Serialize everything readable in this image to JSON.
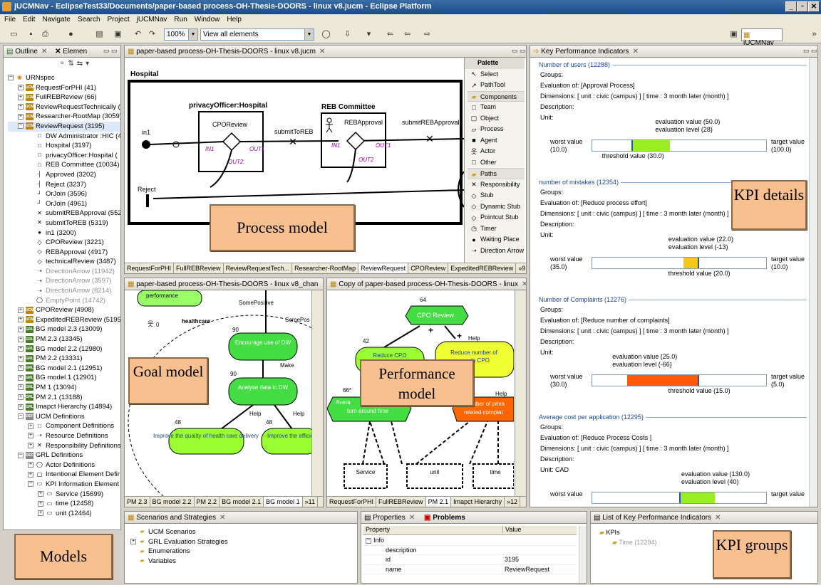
{
  "window": {
    "title": "jUCMNav - EclipseTest33/Documents/paper-based process-OH-Thesis-DOORS - linux v8.jucm - Eclipse Platform"
  },
  "menu": [
    "File",
    "Edit",
    "Navigate",
    "Search",
    "Project",
    "jUCMNav",
    "Run",
    "Window",
    "Help"
  ],
  "toolbar": {
    "zoom": "100%",
    "filter": "View all elements",
    "perspective": "jUCMNav"
  },
  "outline": {
    "tab": "Outline",
    "tab2": "Elemen",
    "items": [
      {
        "t": "URNspec",
        "lvl": 0,
        "ic": "urn",
        "exp": "−"
      },
      {
        "t": "RequestForPHI (41)",
        "lvl": 1,
        "ic": "ucm",
        "exp": "+"
      },
      {
        "t": "FullREBReview (66)",
        "lvl": 1,
        "ic": "ucm",
        "exp": "+"
      },
      {
        "t": "ReviewRequestTechnically (4",
        "lvl": 1,
        "ic": "ucm",
        "exp": "+"
      },
      {
        "t": "Researcher-RootMap (3059)",
        "lvl": 1,
        "ic": "ucm",
        "exp": "+"
      },
      {
        "t": "ReviewRequest (3195)",
        "lvl": 1,
        "ic": "ucm",
        "exp": "−",
        "sel": true
      },
      {
        "t": "DW Administrator :HIC (4",
        "lvl": 2,
        "ic": "box"
      },
      {
        "t": "Hospital (3197)",
        "lvl": 2,
        "ic": "box"
      },
      {
        "t": "privacyOfficer:Hospital (",
        "lvl": 2,
        "ic": "box"
      },
      {
        "t": "REB Committee (10034)",
        "lvl": 2,
        "ic": "actor"
      },
      {
        "t": "Approved (3202)",
        "lvl": 2,
        "ic": "end"
      },
      {
        "t": "Reject (3237)",
        "lvl": 2,
        "ic": "end"
      },
      {
        "t": "OrJoin (3596)",
        "lvl": 2,
        "ic": "join"
      },
      {
        "t": "OrJoin (4961)",
        "lvl": 2,
        "ic": "join"
      },
      {
        "t": "submitREBApproval (552",
        "lvl": 2,
        "ic": "x"
      },
      {
        "t": "submitToREB (5319)",
        "lvl": 2,
        "ic": "x"
      },
      {
        "t": "in1 (3200)",
        "lvl": 2,
        "ic": "dot"
      },
      {
        "t": "CPOReview (3221)",
        "lvl": 2,
        "ic": "dia"
      },
      {
        "t": "REBApproval (4917)",
        "lvl": 2,
        "ic": "dia"
      },
      {
        "t": "technicalReview (3487)",
        "lvl": 2,
        "ic": "dia"
      },
      {
        "t": "DirectionArrow (11942)",
        "lvl": 2,
        "ic": "arrow",
        "gray": true
      },
      {
        "t": "DirectionArrow (3597)",
        "lvl": 2,
        "ic": "arrow",
        "gray": true
      },
      {
        "t": "DirectionArrow (8214)",
        "lvl": 2,
        "ic": "arrow",
        "gray": true
      },
      {
        "t": "EmptyPoint (14742)",
        "lvl": 2,
        "ic": "circ",
        "gray": true
      },
      {
        "t": "CPOReview (4908)",
        "lvl": 1,
        "ic": "ucm",
        "exp": "+"
      },
      {
        "t": "ExpeditedREBReview (5195)",
        "lvl": 1,
        "ic": "ucm",
        "exp": "+"
      },
      {
        "t": "BG model 2.3 (13009)",
        "lvl": 1,
        "ic": "grl",
        "exp": "+"
      },
      {
        "t": "PM 2.3 (13345)",
        "lvl": 1,
        "ic": "grl",
        "exp": "+"
      },
      {
        "t": "BG model 2.2 (12980)",
        "lvl": 1,
        "ic": "grl",
        "exp": "+"
      },
      {
        "t": "PM 2.2 (13331)",
        "lvl": 1,
        "ic": "grl",
        "exp": "+"
      },
      {
        "t": "BG model 2.1 (12951)",
        "lvl": 1,
        "ic": "grl",
        "exp": "+"
      },
      {
        "t": "BG model 1 (12901)",
        "lvl": 1,
        "ic": "grl",
        "exp": "+"
      },
      {
        "t": "PM 1 (13094)",
        "lvl": 1,
        "ic": "grl",
        "exp": "+"
      },
      {
        "t": "PM 2.1 (13188)",
        "lvl": 1,
        "ic": "grl",
        "exp": "+"
      },
      {
        "t": "Imapct Hierarchy (14894)",
        "lvl": 1,
        "ic": "grl",
        "exp": "+"
      },
      {
        "t": "UCM Definitions",
        "lvl": 1,
        "ic": "def",
        "exp": "−"
      },
      {
        "t": "Component Definitions",
        "lvl": 2,
        "ic": "box",
        "exp": "+"
      },
      {
        "t": "Resource Definitions",
        "lvl": 2,
        "ic": "arrow",
        "exp": "+"
      },
      {
        "t": "Responsibility Definitions",
        "lvl": 2,
        "ic": "x",
        "exp": "+"
      },
      {
        "t": "GRL Definitions",
        "lvl": 1,
        "ic": "def",
        "exp": "−"
      },
      {
        "t": "Actor Definitions",
        "lvl": 2,
        "ic": "circ",
        "exp": "+"
      },
      {
        "t": "Intentional Element Defir",
        "lvl": 2,
        "ic": "rnd",
        "exp": "+"
      },
      {
        "t": "KPI Information Element",
        "lvl": 2,
        "ic": "dash",
        "exp": "−"
      },
      {
        "t": "Service (15699)",
        "lvl": 3,
        "ic": "dash",
        "exp": "+"
      },
      {
        "t": "time (12458)",
        "lvl": 3,
        "ic": "dash",
        "exp": "+"
      },
      {
        "t": "unit (12464)",
        "lvl": 3,
        "ic": "dash",
        "exp": "+"
      }
    ]
  },
  "editor": {
    "tab": "paper-based process-OH-Thesis-DOORS - linux v8.jucm",
    "hospital": "Hospital",
    "privacy": "privacyOfficer:Hospital",
    "reb": "REB Committee",
    "cpo": "CPOReview",
    "rebapp": "REBApproval",
    "submitToREB": "submitToREB",
    "submitREBApproval": "submitREBApproval",
    "in1": "in1",
    "reject": "Reject",
    "IN1": "IN1",
    "OUT1": "OUT1",
    "OUT2": "OUT2",
    "tabs": [
      "RequestForPHI",
      "FullREBReview",
      "ReviewRequestTech...",
      "Researcher-RootMap",
      "ReviewRequest",
      "CPOReview",
      "ExpeditedREBReview",
      "»9"
    ]
  },
  "palette": {
    "title": "Palette",
    "items": [
      {
        "t": "Select",
        "ic": "↖"
      },
      {
        "t": "PathTool",
        "ic": "↗"
      },
      {
        "t": "Components",
        "grp": true
      },
      {
        "t": "Team",
        "ic": "□"
      },
      {
        "t": "Object",
        "ic": "▢"
      },
      {
        "t": "Process",
        "ic": "▱"
      },
      {
        "t": "Agent",
        "ic": "■"
      },
      {
        "t": "Actor",
        "ic": "웃"
      },
      {
        "t": "Other",
        "ic": "□"
      },
      {
        "t": "Paths",
        "grp": true
      },
      {
        "t": "Responsibility",
        "ic": "✕"
      },
      {
        "t": "Stub",
        "ic": "◇"
      },
      {
        "t": "Dynamic Stub",
        "ic": "◇"
      },
      {
        "t": "Pointcut Stub",
        "ic": "◇"
      },
      {
        "t": "Timer",
        "ic": "◷"
      },
      {
        "t": "Waiting Place",
        "ic": "●"
      },
      {
        "t": "Direction Arrow",
        "ic": "➝"
      }
    ]
  },
  "goal": {
    "tab": "paper-based process-OH-Thesis-DOORS - linux v8_chan",
    "healthcare": "healthcare",
    "perf": "performance",
    "somePositive": "SomePositive",
    "somePos": "SomePos",
    "encourage": "Encourage use of DW",
    "analyse": "Analyse data in DW",
    "improveQ": "Improve the quality of health care delivery",
    "improveE": "Improve the efficiency of health care delivery",
    "v90a": "90",
    "v90b": "90",
    "v48a": "48",
    "v48b": "48",
    "v0": "0",
    "make": "Make",
    "help": "Help",
    "tabs": [
      "PM 2.3",
      "BG model 2.2",
      "PM 2.2",
      "BG model 2.1",
      "BG model 1",
      "»11"
    ]
  },
  "perf": {
    "tab": "Copy of paper-based process-OH-Thesis-DOORS - linux",
    "cpo": "CPO Review",
    "reduceCpo": "Reduce CPO",
    "reduceNum": "Reduce number of",
    "inCpo": "in CPO",
    "avg": "Avera",
    "turn": "turn around time",
    "numPriv": "Number of priva",
    "related": "related complai",
    "service": "Service",
    "unit": "unit",
    "time": "time",
    "v64": "64",
    "v42": "42",
    "v66": "66*",
    "help": "Help",
    "tabs": [
      "RequestForPHI",
      "FullREBReview",
      "PM 2.1",
      "Imapct Hierarchy",
      "»12"
    ]
  },
  "kpi": {
    "tab": "Key Performance Indicators",
    "sections": [
      {
        "title": "Number of users (12288)",
        "groups": "Groups:",
        "eval": "Evaluation of: [Approval Process]",
        "dims": "Dimensions: [ unit : civic (campus) ]  [ time : 3 month later (month) ]",
        "desc": "Description:",
        "unit": "Unit:",
        "ev": "evaluation value (50.0)",
        "el": "evaluation level (28)",
        "worst": "worst value",
        "worstv": "(10.0)",
        "target": "target value",
        "targetv": "(100.0)",
        "thr": "threshold value (30.0)",
        "color": "#99ee22",
        "worstVal": 10,
        "thrVal": 30,
        "evalVal": 50,
        "targetVal": 100
      },
      {
        "title": "number of mistakes (12354)",
        "groups": "Groups:",
        "eval": "Evaluation of: [Reduce process effort]",
        "dims": "Dimensions: [ unit : civic (campus) ]  [ time : 3 month later (month) ]",
        "desc": "Description:",
        "unit": "Unit:",
        "ev": "evaluation value (22.0)",
        "el": "evaluation level (-13)",
        "worst": "worst value",
        "worstv": "(35.0)",
        "target": "target value",
        "targetv": "(10.0)",
        "thr": "threshold value (20.0)",
        "color": "#f2c81a",
        "worstVal": 35,
        "thrVal": 20,
        "evalVal": 22,
        "targetVal": 10
      },
      {
        "title": "Number of Complaints (12276)",
        "groups": "Groups:",
        "eval": "Evaluation of: [Reduce number of complaints]",
        "dims": "Dimensions: [ unit : civic (campus) ]  [ time : 3 month later (month) ]",
        "desc": "Description:",
        "unit": "Unit:",
        "ev": "evaluation value (25.0)",
        "el": "evaluation level (-66)",
        "worst": "worst value",
        "worstv": "(30.0)",
        "target": "target value",
        "targetv": "(5.0)",
        "thr": "threshold value (15.0)",
        "color": "#ff5a0a",
        "worstVal": 30,
        "thrVal": 15,
        "evalVal": 25,
        "targetVal": 5
      },
      {
        "title": "Average cost per application (12295)",
        "groups": "Groups:",
        "eval": "Evaluation of: [Reduce Process Costs ]",
        "dims": "Dimensions: [ unit : civic (campus) ]  [ time : 3 month later (month) ]",
        "desc": "Description:",
        "unit": "Unit: CAD",
        "ev": "evaluation value (130.0)",
        "el": "evaluation level (40)",
        "worst": "worst value",
        "worstv": "",
        "target": "target value",
        "targetv": "",
        "thr": "",
        "color": "#99ee22"
      }
    ]
  },
  "scenarios": {
    "tab": "Scenarios and Strategies",
    "items": [
      "UCM Scenarios",
      "GRL Evaluation Strategies",
      "Enumerations",
      "Variables"
    ]
  },
  "properties": {
    "tab": "Properties",
    "tab2": "Problems",
    "col1": "Property",
    "col2": "Value",
    "rows": [
      [
        "Info",
        ""
      ],
      [
        "description",
        ""
      ],
      [
        "id",
        "3195"
      ],
      [
        "name",
        "ReviewRequest"
      ]
    ]
  },
  "kpilist": {
    "tab": "List of Key Performance Indicators",
    "root": "KPIs",
    "child": "Time (12294)"
  },
  "callouts": {
    "process": "Process model",
    "goal": "Goal model",
    "performance": "Performance model",
    "kpi": "KPI details",
    "models": "Models",
    "groups": "KPI groups"
  }
}
